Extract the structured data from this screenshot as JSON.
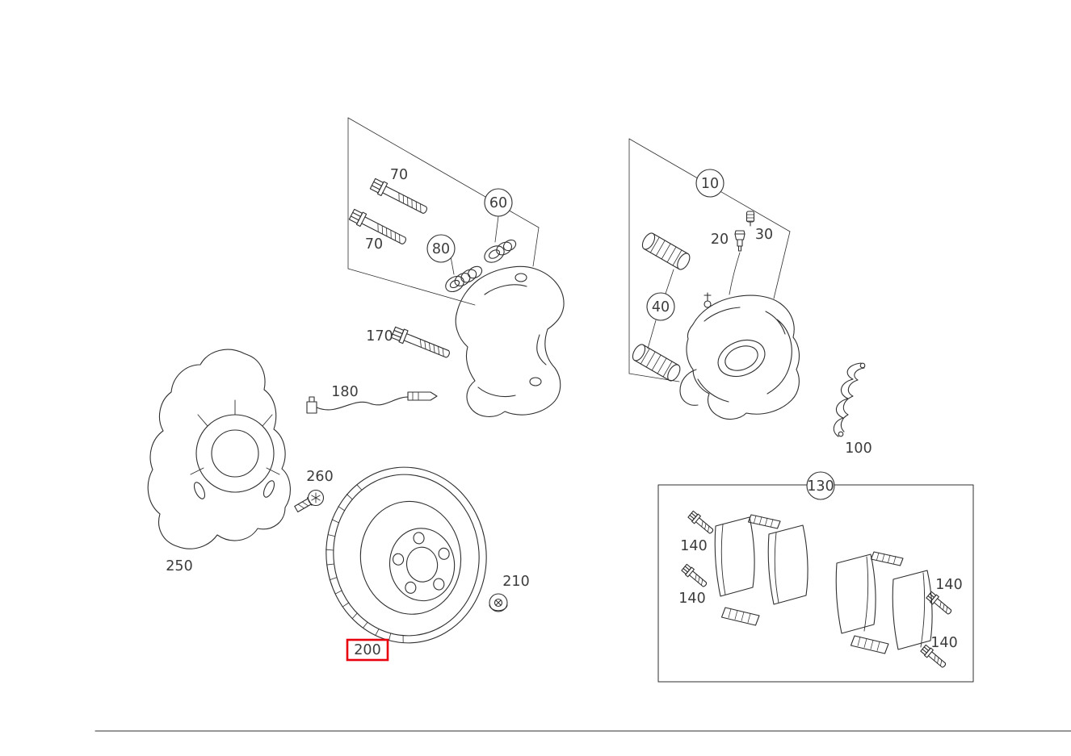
{
  "diagram": {
    "line_color": "#2f2f2f",
    "construction_line_color": "#5a5a5a",
    "label_color": "#3c3c3c",
    "highlight_color": "#e8000d",
    "selected_label": "200",
    "labels": {
      "l70a": "70",
      "l70b": "70",
      "l60": "60",
      "l80": "80",
      "l170": "170",
      "l180": "180",
      "l250": "250",
      "l260": "260",
      "l200": "200",
      "l210": "210",
      "l10": "10",
      "l20": "20",
      "l30": "30",
      "l40": "40",
      "l100": "100",
      "l130": "130",
      "l140a": "140",
      "l140b": "140",
      "l140c": "140",
      "l140d": "140"
    }
  }
}
